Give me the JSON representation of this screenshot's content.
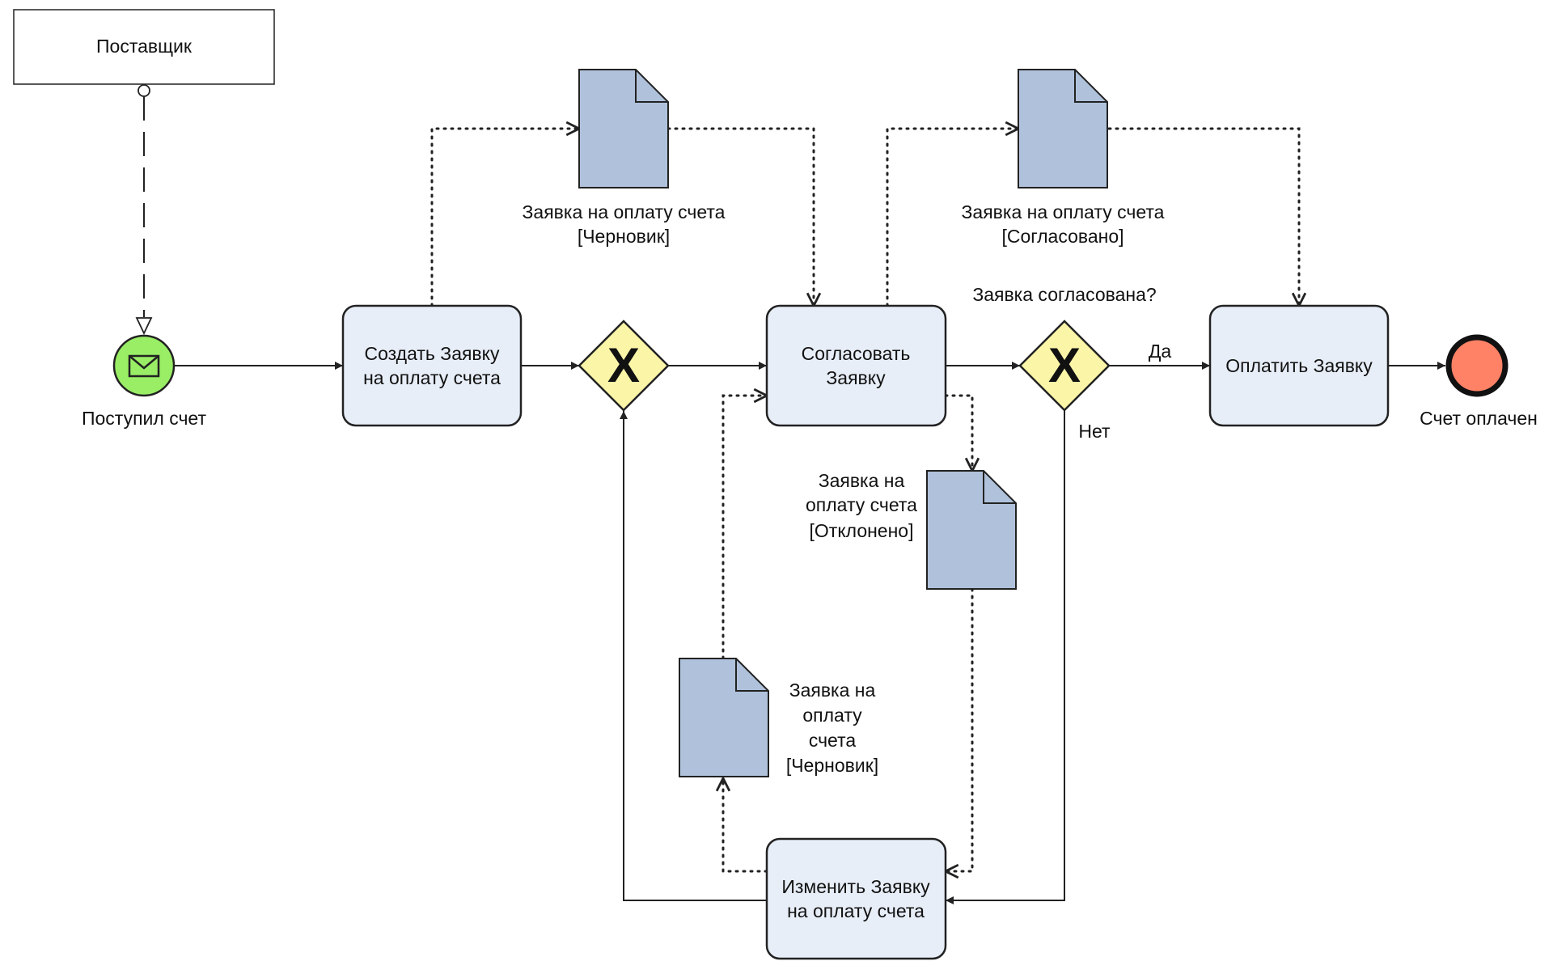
{
  "participant": {
    "label": "Поставщик"
  },
  "start_event": {
    "label": "Поступил счет",
    "icon": "envelope-icon"
  },
  "tasks": {
    "create": {
      "line1": "Создать Заявку",
      "line2": "на оплату счета"
    },
    "approve": {
      "line1": "Согласовать",
      "line2": "Заявку"
    },
    "pay": {
      "line1": "Оплатить Заявку"
    },
    "modify": {
      "line1": "Изменить Заявку",
      "line2": "на оплату счета"
    }
  },
  "gateways": {
    "merge": {
      "symbol": "X"
    },
    "decision": {
      "symbol": "X",
      "question": "Заявка согласована?",
      "yes": "Да",
      "no": "Нет"
    }
  },
  "data_objects": {
    "draft_top": {
      "line1": "Заявка на оплату счета",
      "line2": "[Черновик]"
    },
    "approved": {
      "line1": "Заявка на оплату счета",
      "line2": "[Согласовано]"
    },
    "rejected": {
      "line1": "Заявка на",
      "line2": "оплату счета",
      "line3": "[Отклонено]"
    },
    "draft_bottom": {
      "line1": "Заявка на",
      "line2": "оплату",
      "line3": "счета",
      "line4": "[Черновик]"
    }
  },
  "end_event": {
    "label": "Счет оплачен"
  },
  "colors": {
    "task_fill": "#e8eef8",
    "gateway_fill": "#fbf5a8",
    "start_fill": "#99ee66",
    "end_fill": "#ff8266",
    "document_fill": "#b0c2db",
    "stroke": "#222222"
  }
}
